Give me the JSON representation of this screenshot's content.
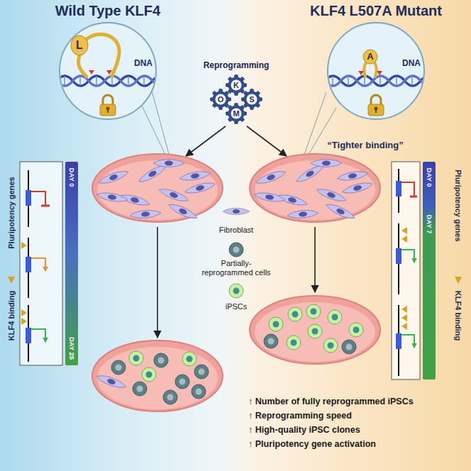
{
  "diagram": {
    "nodes": [
      {
        "text": [
          "L",
          "DNA"
        ]
      },
      {
        "text": [
          "A",
          "DNA"
        ]
      },
      {
        "text": [
          "K"
        ]
      },
      {
        "text": [
          "O"
        ]
      },
      {
        "text": [
          "S"
        ]
      },
      {
        "text": [
          "M"
        ]
      },
      {
        "text": [
          "DAY 0",
          "DAY 25"
        ]
      },
      {
        "text": [
          "DAY 0",
          "DAY 7"
        ]
      }
    ],
    "labels": [
      "Wild Type KLF4",
      "KLF4 L507A Mutant",
      "“Tighter binding”",
      "Reprogramming",
      "Pluripotency genes",
      "KLF4 binding",
      "Pluripotency genes",
      "KLF4 binding",
      "Fibroblast",
      "Partially-reprogrammed cells",
      "iPSCs",
      "↑ Number of fully reprogrammed iPSCs",
      "↑ Reprogramming speed",
      "↑ High-quality iPSC clones",
      "↑ Pluripotency gene activation"
    ]
  }
}
